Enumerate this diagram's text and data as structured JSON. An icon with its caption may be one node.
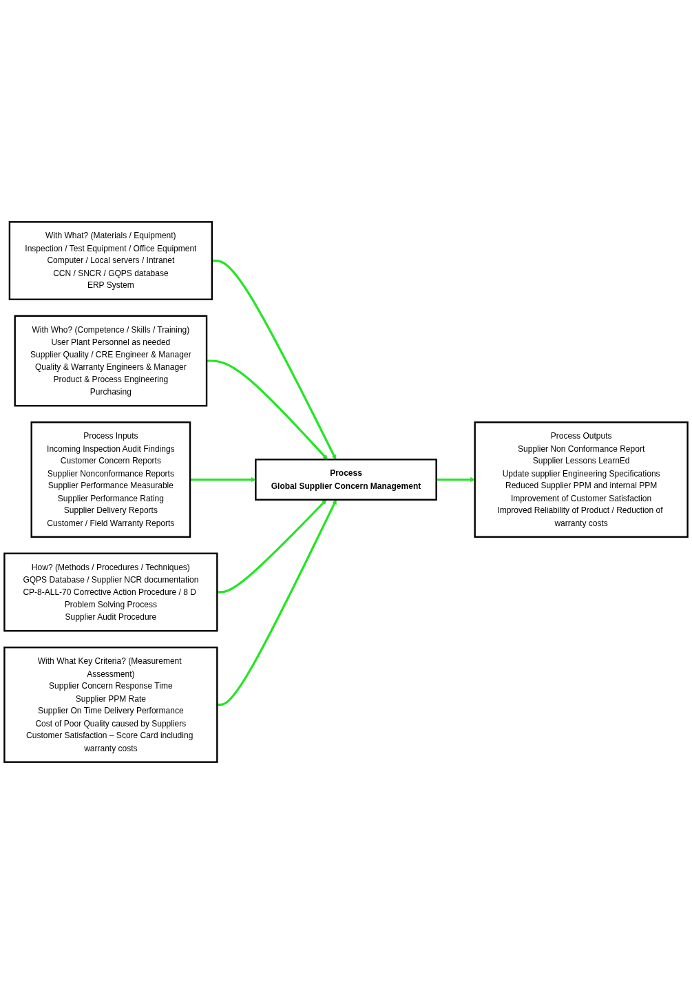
{
  "diagram": {
    "nodes": [
      {
        "text": [
          "With What? (Materials / Equipment)",
          "Inspection / Test Equipment / Office Equipment",
          "Computer / Local servers / Intranet",
          "CCN / SNCR / GQPS database",
          "ERP System"
        ]
      },
      {
        "text": [
          "With Who? (Competence / Skills / Training)",
          "User Plant Personnel as needed",
          "Supplier Quality / CRE Engineer & Manager",
          "Quality & Warranty Engineers & Manager",
          "Product & Process Engineering",
          "Purchasing"
        ]
      },
      {
        "text": [
          "Process Inputs",
          "Incoming Inspection Audit Findings",
          "Customer Concern Reports",
          "Supplier Nonconformance  Reports",
          "Supplier Performance Measurable",
          "Supplier Performance Rating",
          "Supplier Delivery Reports",
          "Customer / Field Warranty Reports"
        ]
      },
      {
        "text": [
          "Process",
          "Global Supplier Concern Management"
        ]
      },
      {
        "text": [
          "Process Outputs",
          "Supplier Non Conformance Report",
          "Supplier Lessons LearnEd",
          "Update supplier Engineering Specifications",
          "Reduced Supplier PPM and internal PPM",
          "Improvement of Customer Satisfaction",
          "Improved Reliability of Product / Reduction of warranty costs"
        ]
      },
      {
        "text": [
          "How? (Methods / Procedures / Techniques)",
          "GQPS Database / Supplier NCR documentation",
          "CP-8-ALL-70 Corrective Action Procedure / 8 D Problem Solving Process",
          "Supplier Audit Procedure"
        ]
      },
      {
        "text": [
          "With What Key Criteria? (Measurement Assessment)",
          "Supplier Concern Response Time",
          "Supplier PPM Rate",
          "Supplier On Time Delivery Performance",
          "Cost of Poor Quality caused by Suppliers",
          "Customer Satisfaction – Score Card including warranty costs"
        ]
      }
    ],
    "edges": [
      {
        "from": 0,
        "to": 3,
        "arrow": "to"
      },
      {
        "from": 1,
        "to": 3,
        "arrow": "to"
      },
      {
        "from": 2,
        "to": 3,
        "arrow": "to"
      },
      {
        "from": 3,
        "to": 4,
        "arrow": "to"
      },
      {
        "from": 5,
        "to": 3,
        "arrow": "to"
      },
      {
        "from": 6,
        "to": 3,
        "arrow": "to"
      }
    ]
  }
}
